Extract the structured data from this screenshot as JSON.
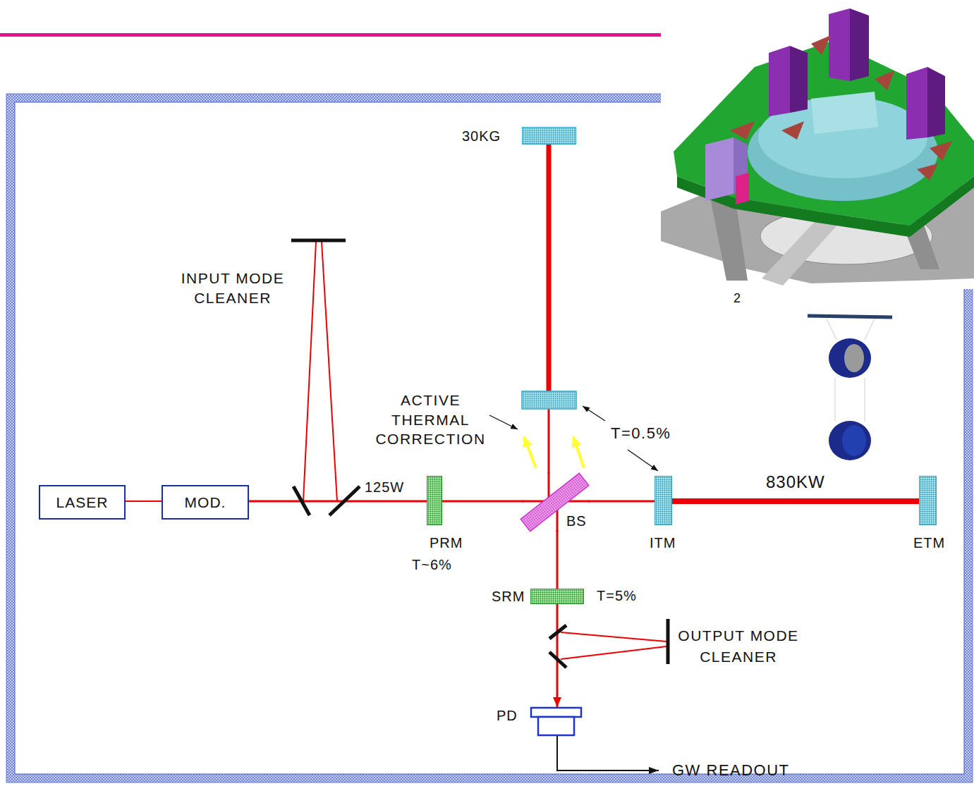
{
  "diagram": {
    "nodes": [
      {
        "text": [
          "LASER"
        ]
      },
      {
        "text": [
          "MOD."
        ]
      },
      {
        "text": [
          "PRM",
          "T~6%"
        ]
      },
      {
        "text": [
          "BS"
        ]
      },
      {
        "text": [
          "ITM"
        ]
      },
      {
        "text": [
          "ETM"
        ]
      },
      {
        "text": [
          "30KG"
        ]
      },
      {
        "text": [
          "SRM",
          "T=5%"
        ]
      },
      {
        "text": [
          "PD"
        ]
      }
    ],
    "edges": [
      {
        "from": 0,
        "to": 1,
        "arrow": "none"
      },
      {
        "from": 1,
        "to": 2,
        "label": "125W",
        "arrow": "none"
      },
      {
        "from": 2,
        "to": 3,
        "arrow": "none"
      },
      {
        "from": 3,
        "to": 4,
        "arrow": "none"
      },
      {
        "from": 4,
        "to": 5,
        "label": "830KW",
        "arrow": "none"
      },
      {
        "from": 3,
        "to": 6,
        "arrow": "none"
      },
      {
        "from": 3,
        "to": 7,
        "arrow": "none"
      },
      {
        "from": 7,
        "to": 8,
        "arrow": "to"
      }
    ],
    "labels": [
      "INPUT MODE CLEANER",
      "ACTIVE THERMAL CORRECTION",
      "T=0.5%",
      "OUTPUT MODE CLEANER",
      "GW READOUT",
      "2"
    ]
  }
}
